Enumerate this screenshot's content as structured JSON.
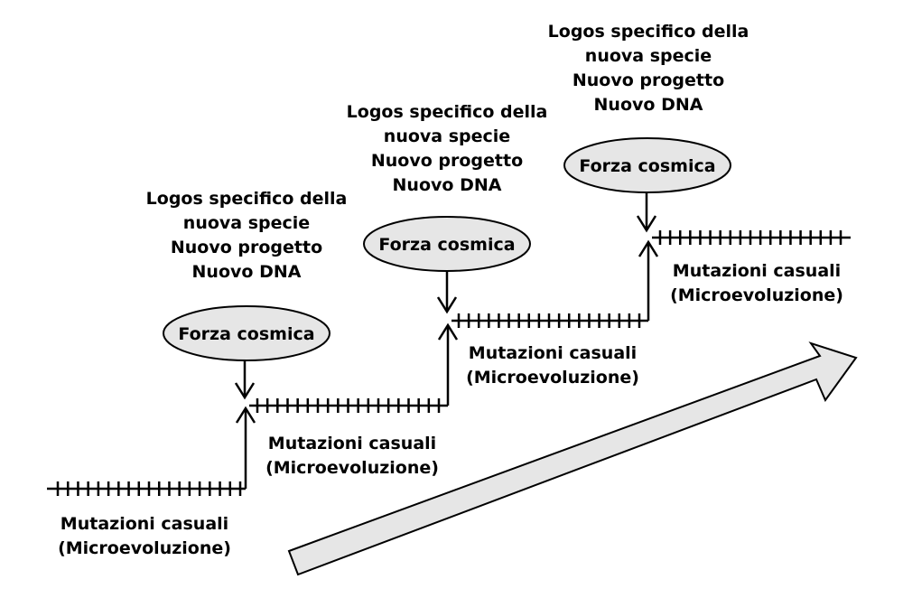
{
  "diagram": {
    "title": "",
    "colors": {
      "line": "#000000",
      "ellipse_fill": "#e6e6e6",
      "big_arrow_fill": "#e6e6e6",
      "background": "#ffffff"
    },
    "stages": [
      {
        "mutation_label": [
          "Mutazioni casuali",
          "(Microevoluzione)"
        ]
      },
      {
        "force_label": "Forza cosmica",
        "logos_label": [
          "Logos specifico della",
          "nuova specie",
          "Nuovo progetto",
          "Nuovo DNA"
        ],
        "mutation_label": [
          "Mutazioni casuali",
          "(Microevoluzione)"
        ]
      },
      {
        "force_label": "Forza cosmica",
        "logos_label": [
          "Logos specifico della",
          "nuova specie",
          "Nuovo progetto",
          "Nuovo DNA"
        ],
        "mutation_label": [
          "Mutazioni casuali",
          "(Microevoluzione)"
        ]
      },
      {
        "force_label": "Forza cosmica",
        "logos_label": [
          "Logos specifico della",
          "nuova specie",
          "Nuovo progetto",
          "Nuovo DNA"
        ],
        "mutation_label": [
          "Mutazioni casuali",
          "(Microevoluzione)"
        ]
      }
    ],
    "big_arrow": {
      "direction": "up-right",
      "meaning": "progress"
    }
  }
}
